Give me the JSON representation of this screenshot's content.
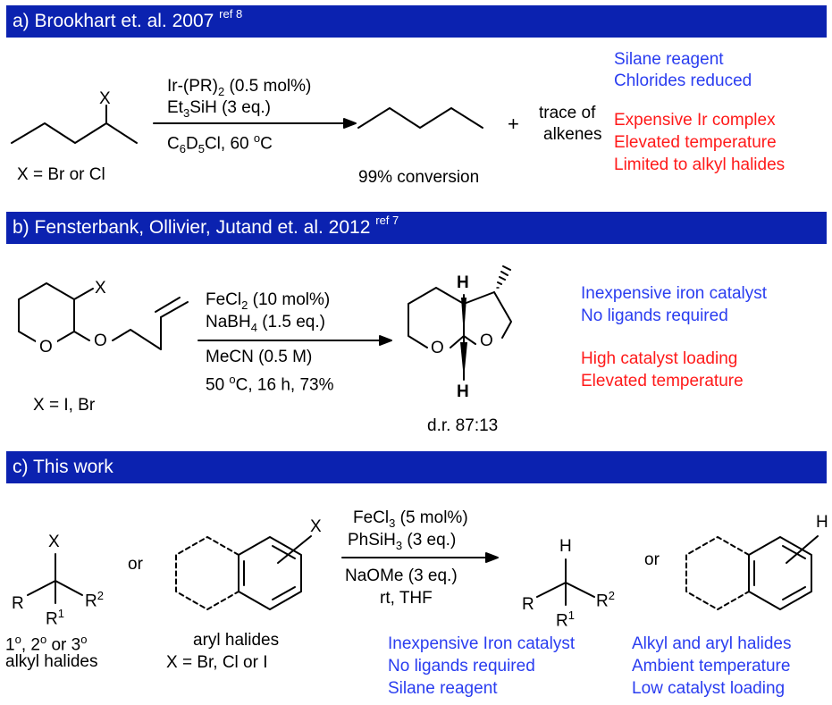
{
  "sections": {
    "a": {
      "header": "a) Brookhart et. al. 2007",
      "ref": "ref 8",
      "substrate_label": "X",
      "substrate_note": "X = Br or Cl",
      "reagent1": "Ir-(PR)",
      "reagent1_sub": "2",
      "reagent1_tail": " (0.5 mol%)",
      "reagent2_pre": "Et",
      "reagent2_sub": "3",
      "reagent2_tail": "SiH (3 eq.)",
      "cond_pre": "C",
      "cond_sub1": "6",
      "cond_mid": "D",
      "cond_sub2": "5",
      "cond_tail": "Cl, 60 ",
      "cond_sup": "o",
      "cond_end": "C",
      "plus": "+",
      "byproduct1": "trace of",
      "byproduct2": "alkenes",
      "yield": "99% conversion",
      "pros": [
        "Silane reagent",
        "Chlorides reduced"
      ],
      "cons": [
        "Expensive Ir complex",
        "Elevated temperature",
        "Limited to alkyl halides"
      ]
    },
    "b": {
      "header": "b) Fensterbank, Ollivier, Jutand et. al.  2012",
      "ref": "ref 7",
      "substrate_label": "X",
      "ring_o1": "O",
      "ring_o2": "O",
      "substrate_note": "X = I, Br",
      "reagent1_pre": "FeCl",
      "reagent1_sub": "2",
      "reagent1_tail": " (10 mol%)",
      "reagent2_pre": "NaBH",
      "reagent2_sub": "4",
      "reagent2_tail": " (1.5 eq.)",
      "cond1": "MeCN (0.5 M)",
      "cond2_pre": "50 ",
      "cond2_sup": "o",
      "cond2_tail": "C, 16 h, 73%",
      "prod_h1": "H",
      "prod_h2": "H",
      "prod_o1": "O",
      "prod_o2": "O",
      "dr": "d.r. 87:13",
      "pros": [
        "Inexpensive iron catalyst",
        "No ligands required"
      ],
      "cons": [
        "High catalyst loading",
        "Elevated temperature"
      ]
    },
    "c": {
      "header": "c) This work",
      "sub1_x": "X",
      "sub1_r": "R",
      "sub1_r1": "R",
      "sub1_r1_sup": "1",
      "sub1_r2": "R",
      "sub1_r2_sup": "2",
      "sub1_note1_parts": [
        "1",
        "o",
        ", 2",
        "o",
        " or 3",
        "o"
      ],
      "sub1_note2": "alkyl halides",
      "or1": "or",
      "sub2_x": "X",
      "sub2_note1": "aryl halides",
      "sub2_note2": "X = Br, Cl or I",
      "reagent1_pre": "FeCl",
      "reagent1_sub": "3",
      "reagent1_tail": " (5 mol%)",
      "reagent2_pre": "PhSiH",
      "reagent2_sub": "3",
      "reagent2_tail": " (3 eq.)",
      "cond1": "NaOMe (3 eq.)",
      "cond2": "rt, THF",
      "prod1_h": "H",
      "prod1_r": "R",
      "prod1_r1": "R",
      "prod1_r1_sup": "1",
      "prod1_r2": "R",
      "prod1_r2_sup": "2",
      "or2": "or",
      "prod2_h": "H",
      "pros_left": [
        "Inexpensive Iron catalyst",
        "No ligands required",
        "Silane reagent"
      ],
      "pros_right": [
        "Alkyl and aryl halides",
        "Ambient temperature",
        "Low catalyst loading"
      ]
    }
  },
  "colors": {
    "header_bg": "#0b22b0",
    "pro": "#2a3df0",
    "con": "#ff1a1a"
  }
}
